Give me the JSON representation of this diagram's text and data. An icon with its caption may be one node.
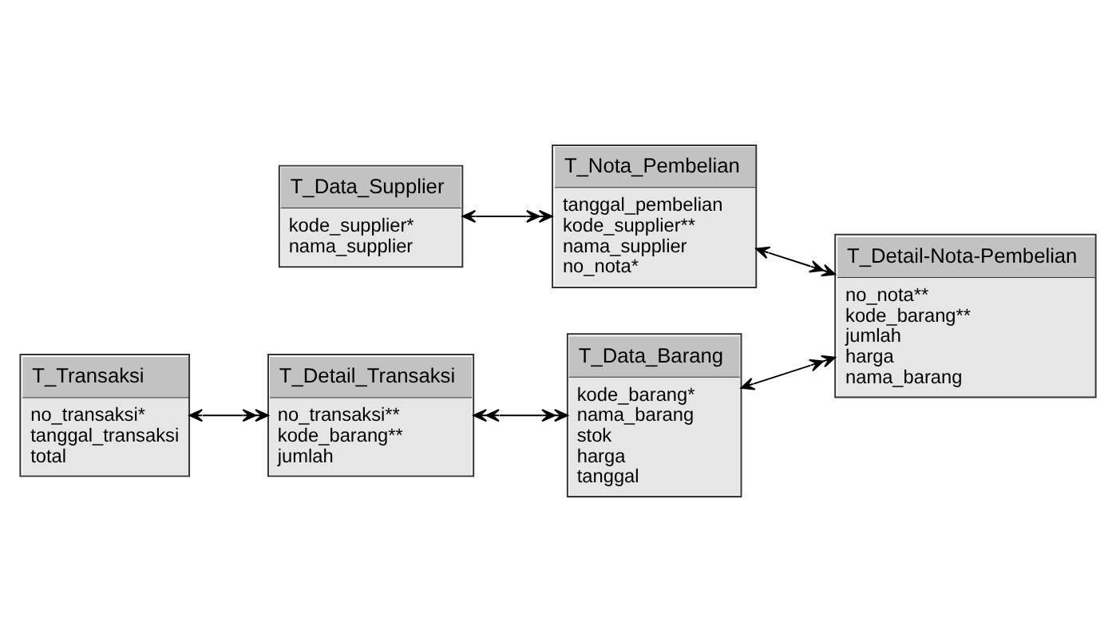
{
  "diagram": {
    "nodes": [
      {
        "text": [
          "T_Data_Barang",
          "kode_barang*",
          "nama_barang",
          "stok",
          "harga",
          "tanggal"
        ]
      },
      {
        "text": [
          "T_Data_Supplier",
          "kode_supplier*",
          "nama_supplier"
        ]
      },
      {
        "text": [
          "T_Nota_Pembelian",
          "tanggal_pembelian",
          "kode_supplier**",
          "nama_supplier",
          "no_nota*"
        ]
      },
      {
        "text": [
          "T_Detail-Nota-Pembelian",
          "no_nota**",
          "kode_barang**",
          "jumlah",
          "harga",
          "nama_barang"
        ]
      },
      {
        "text": [
          "T_Transaksi",
          "no_transaksi*",
          "tanggal_transaksi",
          "total"
        ]
      },
      {
        "text": [
          "T_Detail_Transaksi",
          "no_transaksi**",
          "kode_barang**",
          "jumlah"
        ]
      }
    ],
    "edges": [
      {
        "from": 1,
        "to": 2,
        "arrow": "both"
      },
      {
        "from": 0,
        "to": 3,
        "arrow": "both"
      },
      {
        "from": 2,
        "to": 3,
        "arrow": "both"
      },
      {
        "from": 4,
        "to": 5,
        "arrow": "both"
      },
      {
        "from": 5,
        "to": 0,
        "arrow": "both"
      }
    ]
  }
}
